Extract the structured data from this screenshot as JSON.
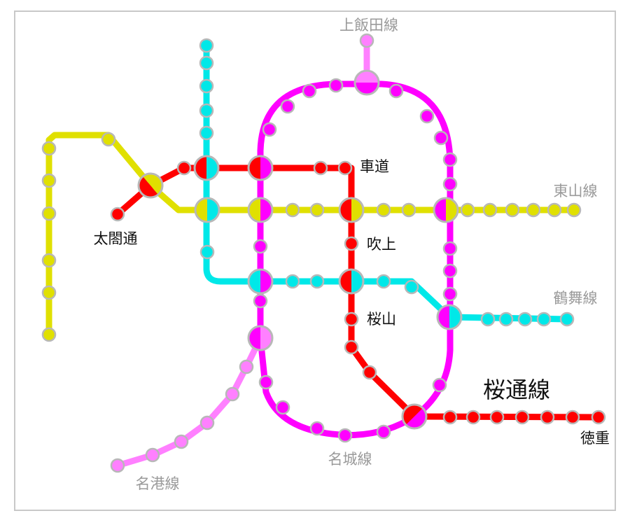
{
  "colors": {
    "higashiyama": "#e0e000",
    "tsurumai": "#00e8e8",
    "sakuradori": "#ff0000",
    "meijo": "#ff00ff",
    "meiko": "#ff80ff",
    "station_border": "#b8b8b8"
  },
  "line_labels": {
    "kamiiida": "上飯田線",
    "higashiyama": "東山線",
    "tsurumai": "鶴舞線",
    "sakuradori": "桜通線",
    "meijo": "名城線",
    "meiko": "名港線"
  },
  "station_labels": {
    "kurumamichi": "車道",
    "fukiage": "吹上",
    "sakurayama": "桜山",
    "taikodori": "太閤通",
    "tokushige": "徳重"
  }
}
